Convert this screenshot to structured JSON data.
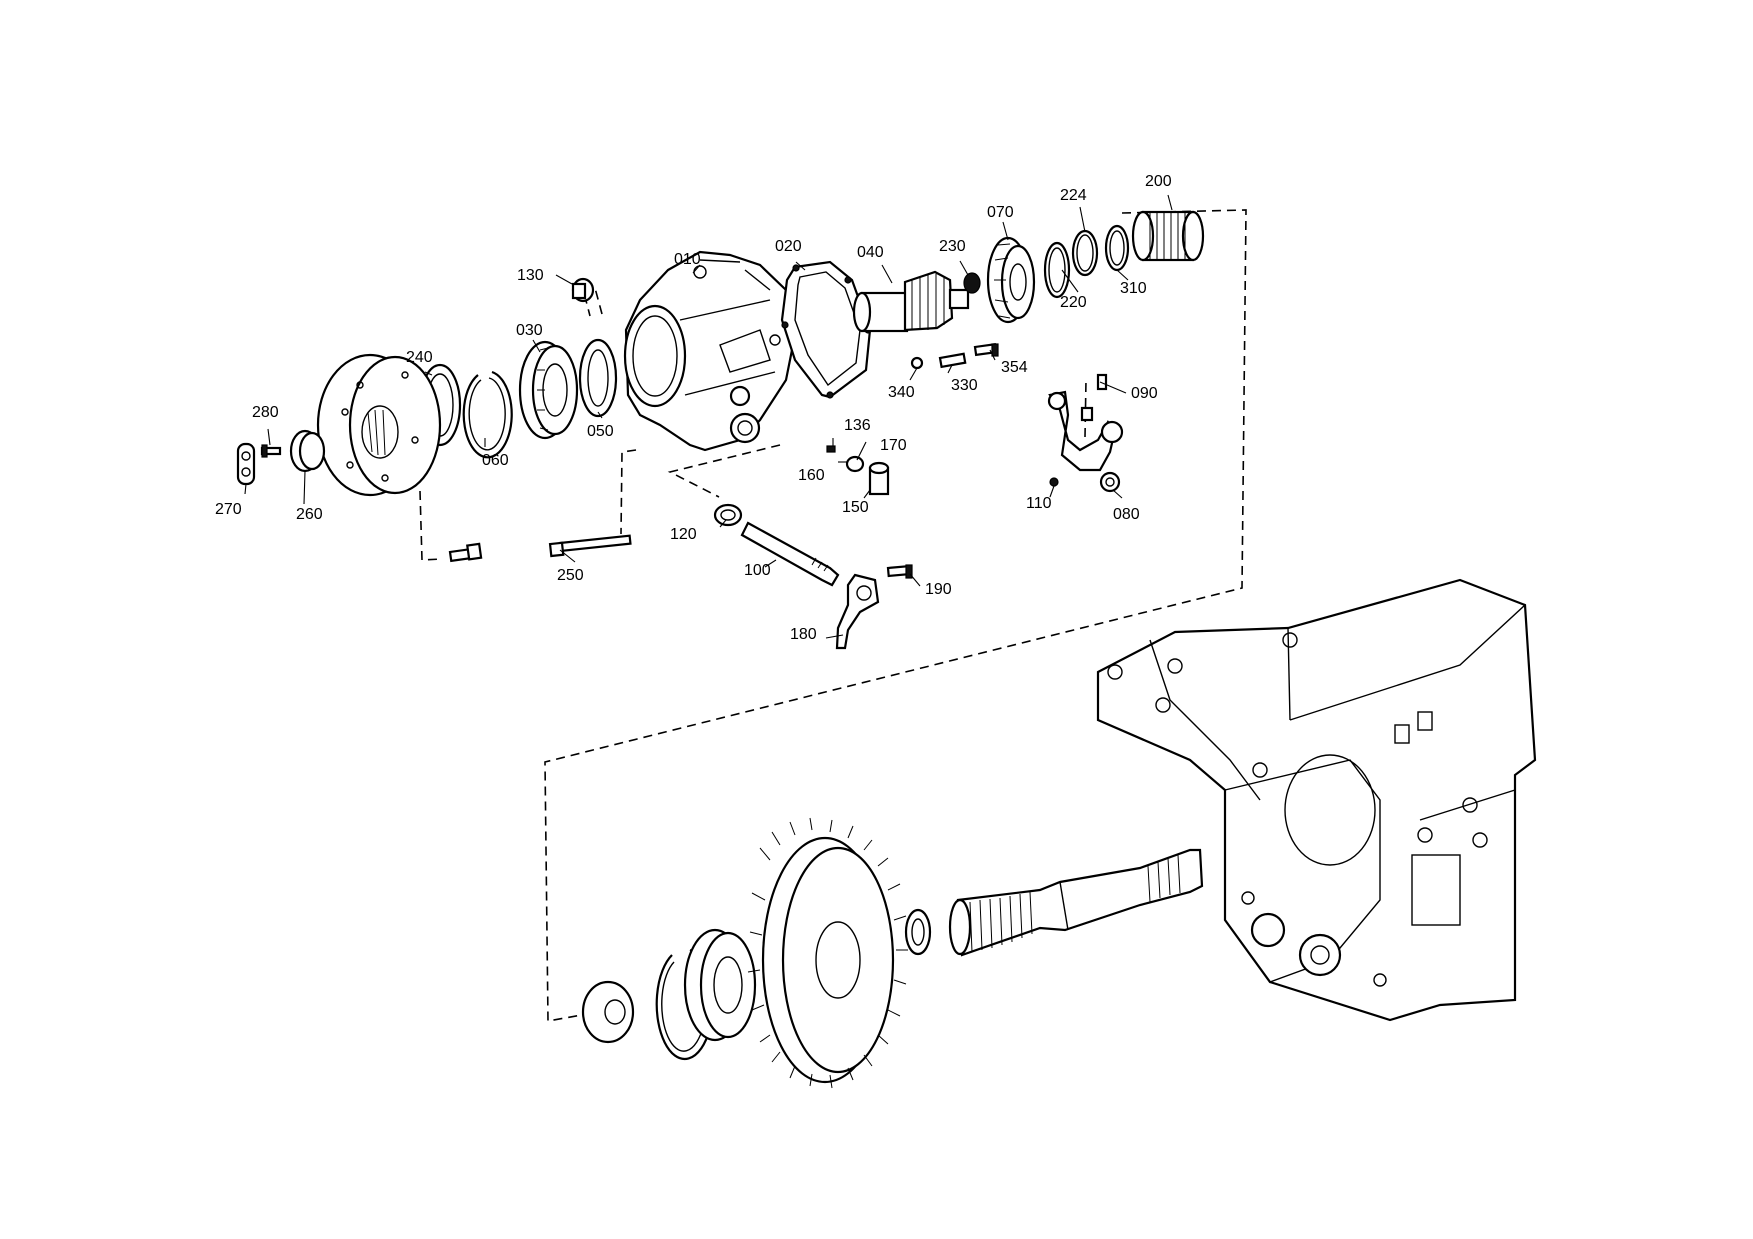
{
  "callouts": [
    {
      "key": "200",
      "text": "200"
    },
    {
      "key": "224",
      "text": "224"
    },
    {
      "key": "070",
      "text": "070"
    },
    {
      "key": "230",
      "text": "230"
    },
    {
      "key": "040",
      "text": "040"
    },
    {
      "key": "020",
      "text": "020"
    },
    {
      "key": "010",
      "text": "010"
    },
    {
      "key": "130",
      "text": "130"
    },
    {
      "key": "030",
      "text": "030"
    },
    {
      "key": "240",
      "text": "240"
    },
    {
      "key": "220",
      "text": "220"
    },
    {
      "key": "310",
      "text": "310"
    },
    {
      "key": "354",
      "text": "354"
    },
    {
      "key": "330",
      "text": "330"
    },
    {
      "key": "340",
      "text": "340"
    },
    {
      "key": "090",
      "text": "090"
    },
    {
      "key": "136",
      "text": "136"
    },
    {
      "key": "170",
      "text": "170"
    },
    {
      "key": "160",
      "text": "160"
    },
    {
      "key": "150",
      "text": "150"
    },
    {
      "key": "050",
      "text": "050"
    },
    {
      "key": "060",
      "text": "060"
    },
    {
      "key": "280",
      "text": "280"
    },
    {
      "key": "270",
      "text": "270"
    },
    {
      "key": "260",
      "text": "260"
    },
    {
      "key": "110",
      "text": "110"
    },
    {
      "key": "080",
      "text": "080"
    },
    {
      "key": "120",
      "text": "120"
    },
    {
      "key": "250",
      "text": "250"
    },
    {
      "key": "100",
      "text": "100"
    },
    {
      "key": "190",
      "text": "190"
    },
    {
      "key": "180",
      "text": "180"
    }
  ]
}
